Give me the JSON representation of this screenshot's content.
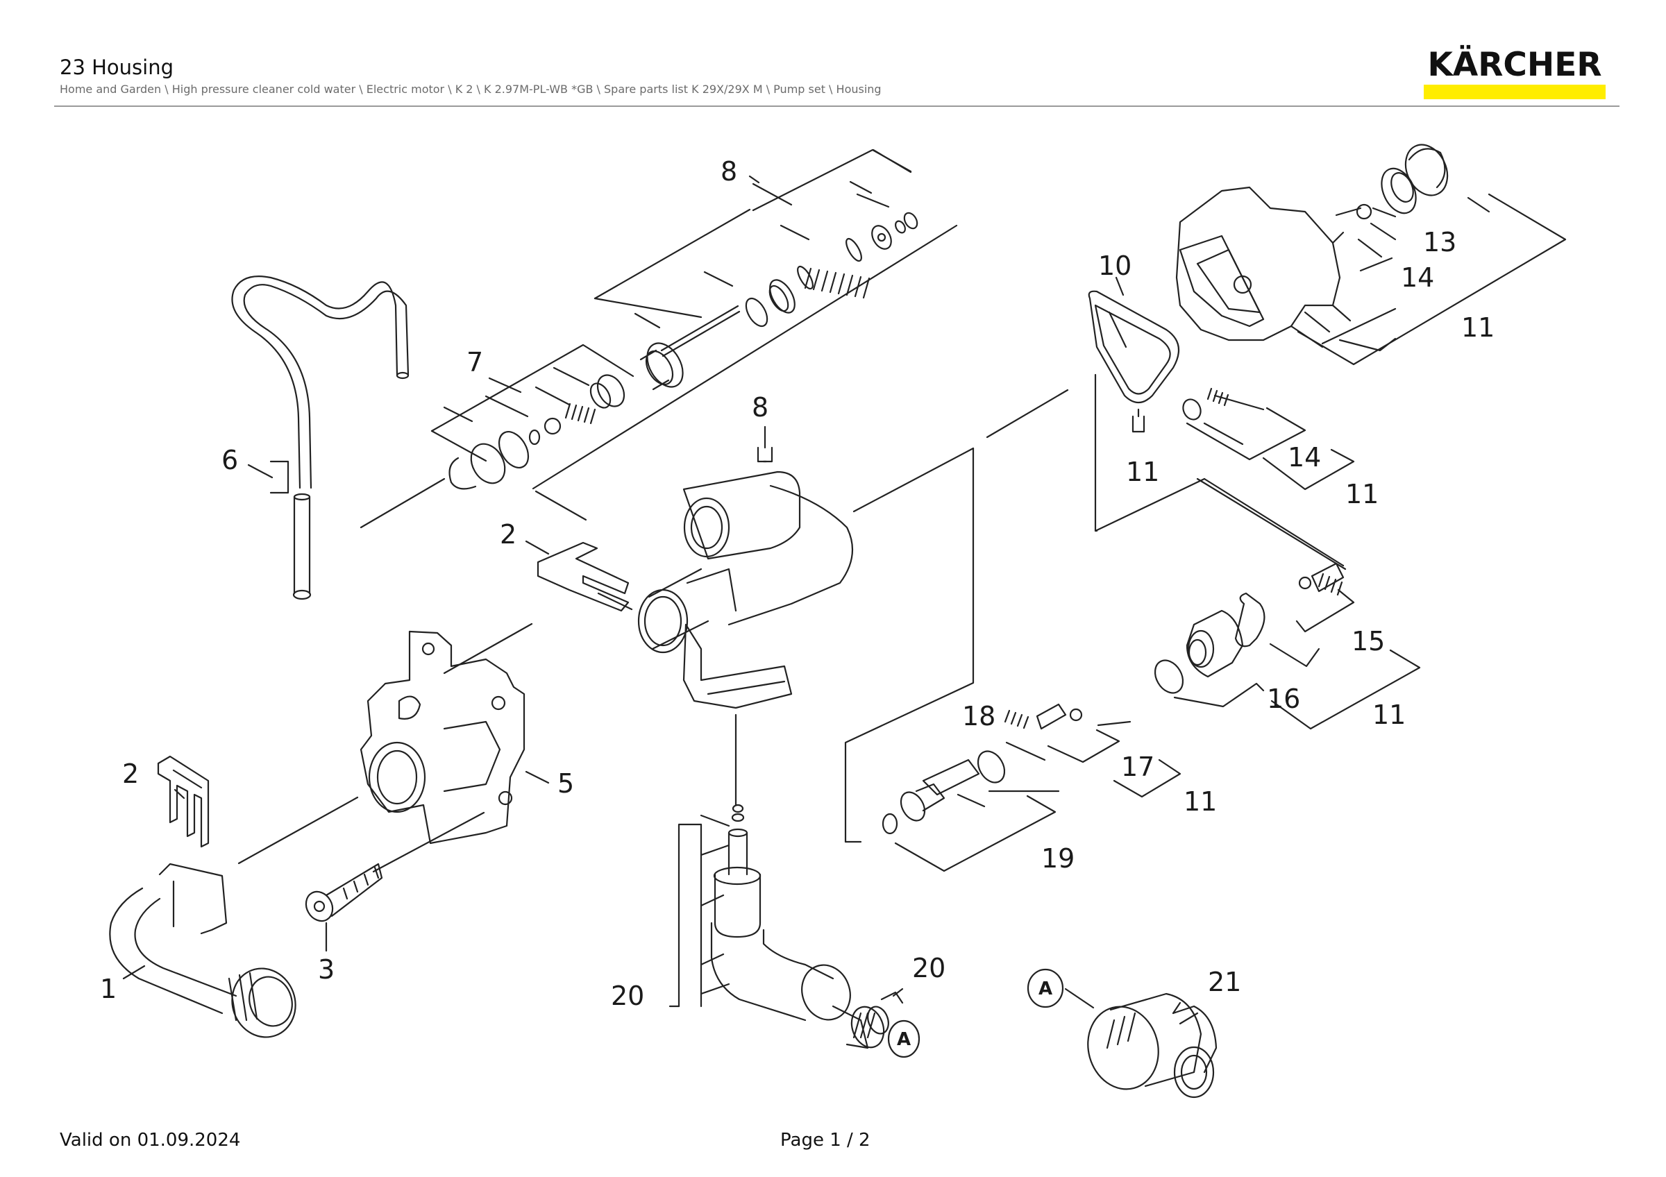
{
  "header": {
    "title": "23 Housing",
    "breadcrumb": "Home and Garden \\ High pressure cleaner cold water \\ Electric motor \\ K 2 \\ K 2.97M-PL-WB *GB \\ Spare parts list K 29X/29X M \\ Pump set \\ Housing"
  },
  "logo": {
    "text": "KÄRCHER",
    "bar_color": "#ffed00"
  },
  "diagram": {
    "callouts": [
      "8",
      "7",
      "6",
      "8",
      "2",
      "5",
      "2",
      "1",
      "3",
      "20",
      "20",
      "10",
      "11",
      "13",
      "14",
      "11",
      "14",
      "11",
      "15",
      "16",
      "11",
      "18",
      "17",
      "11",
      "19",
      "21",
      "A",
      "A"
    ]
  },
  "footer": {
    "valid": "Valid on 01.09.2024",
    "page": "Page 1 / 2"
  }
}
